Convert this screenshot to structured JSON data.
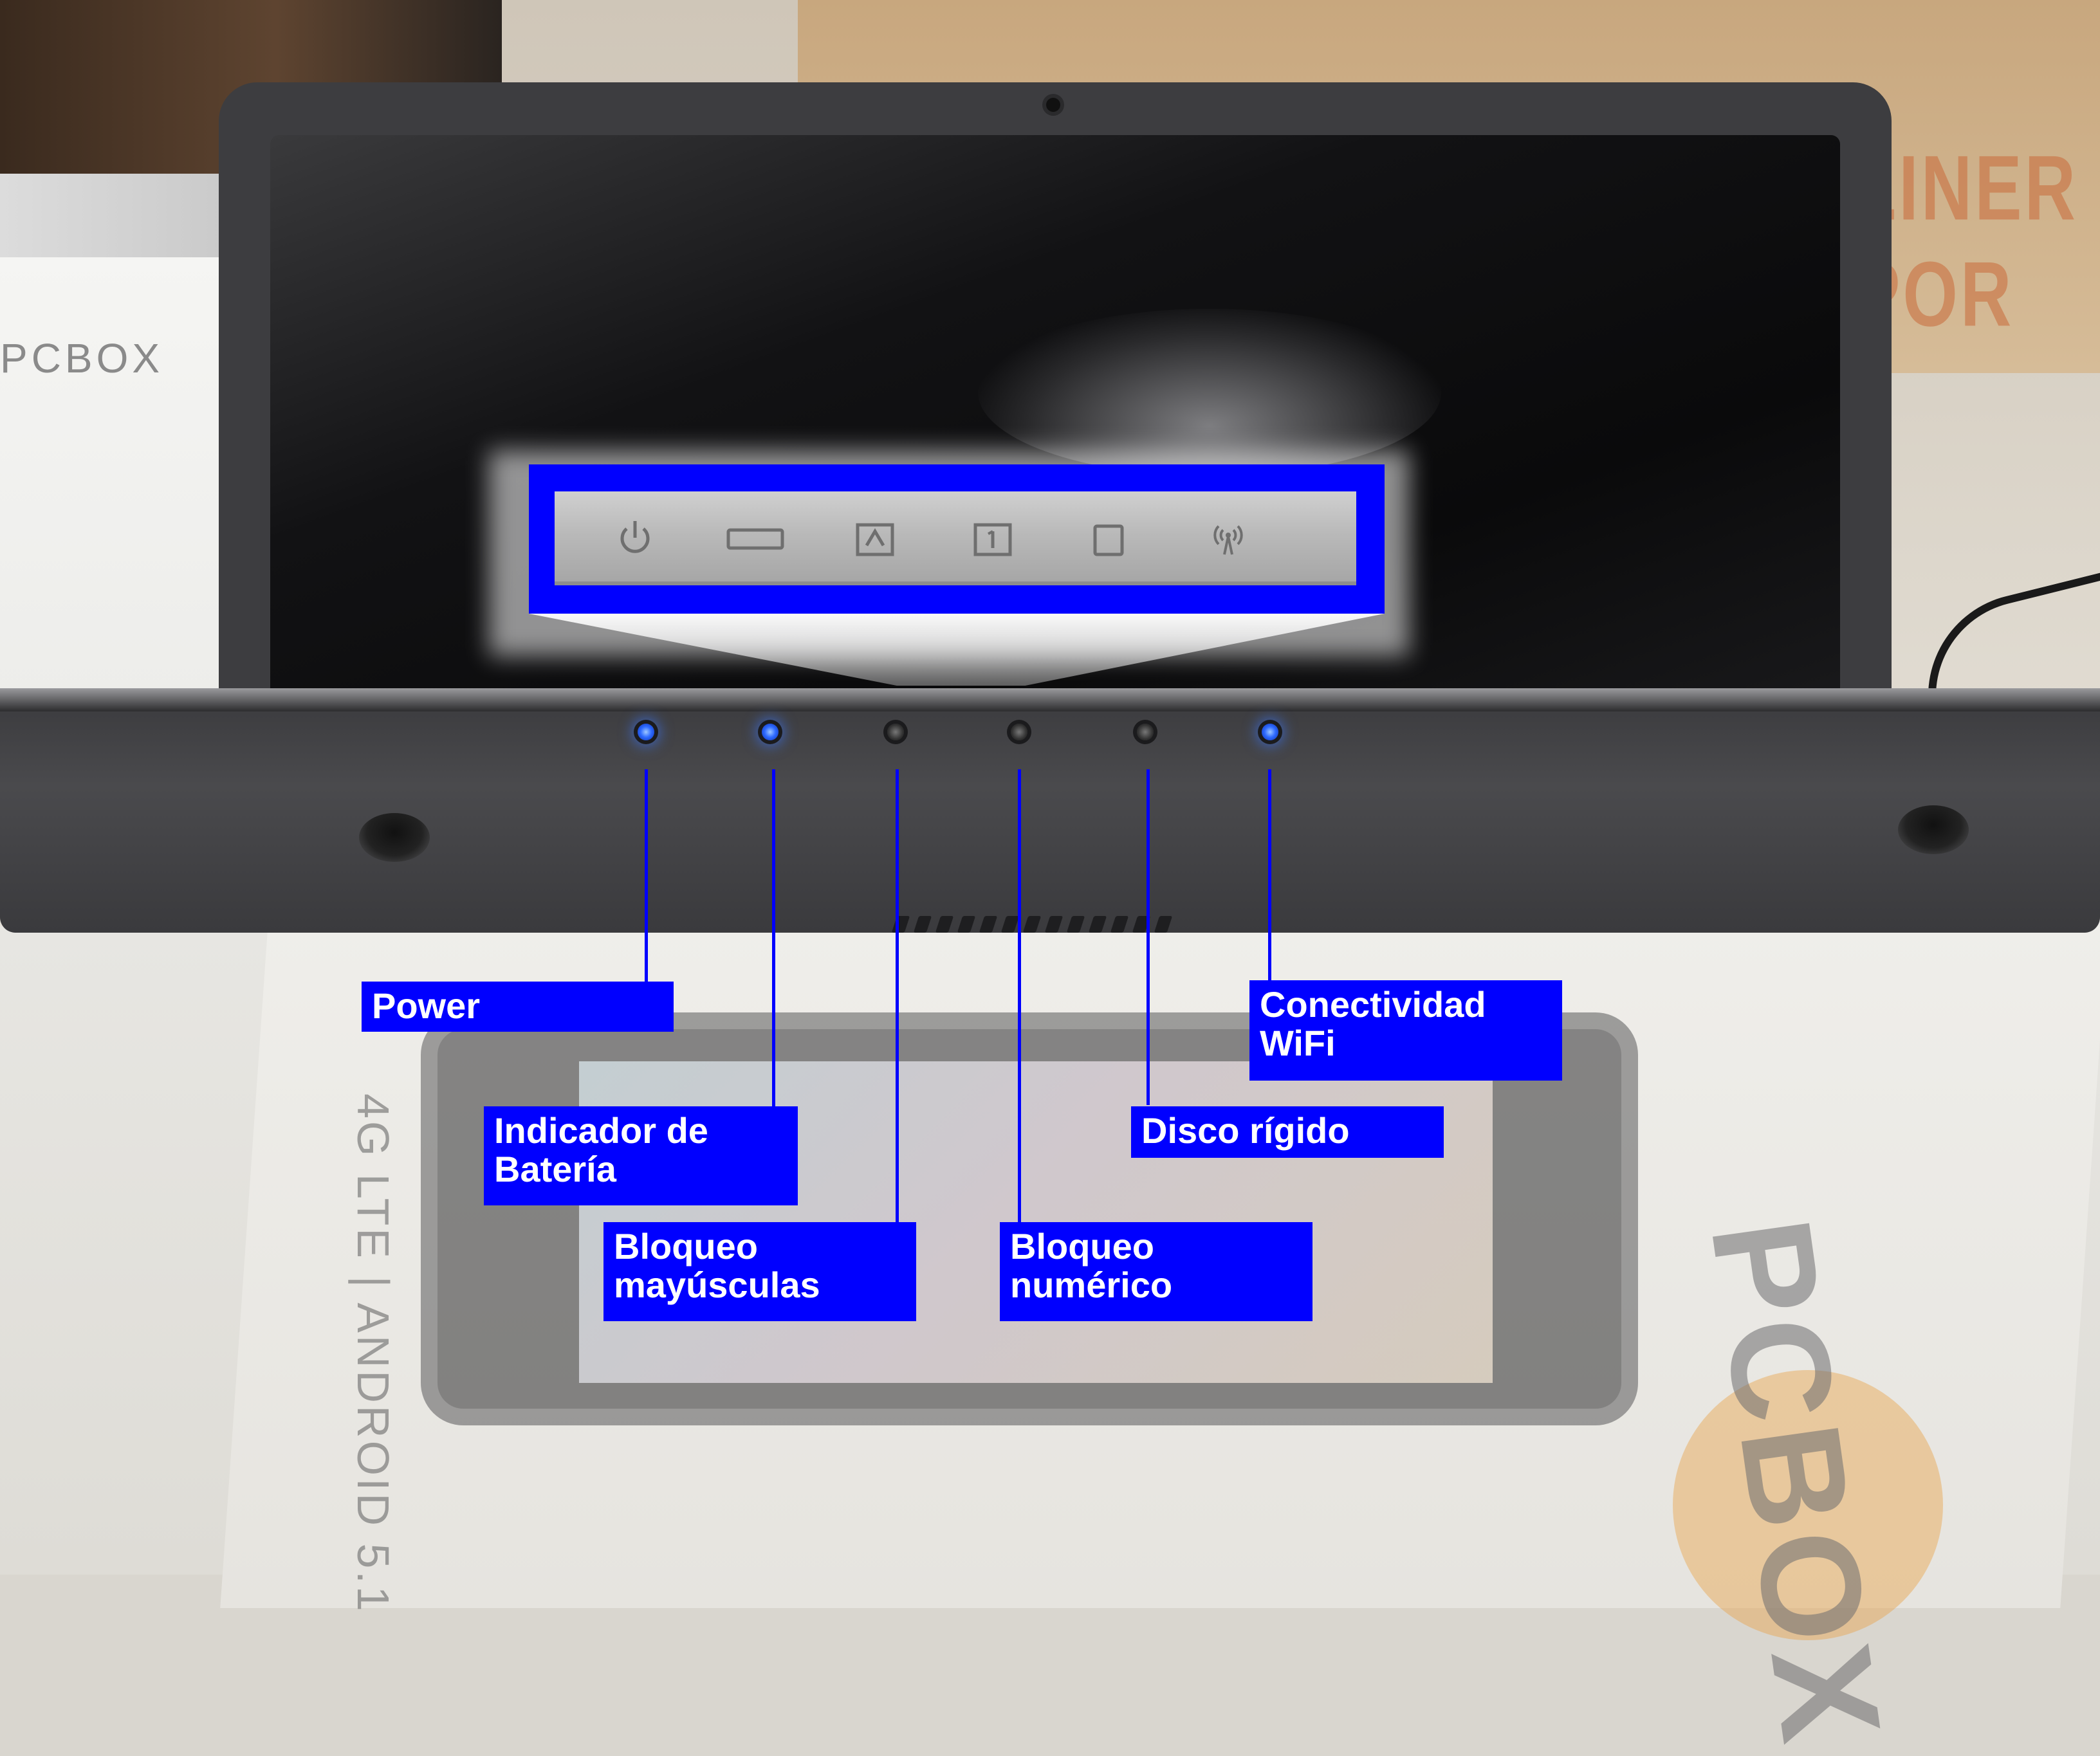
{
  "inset_icons": [
    {
      "name": "power-icon"
    },
    {
      "name": "battery-icon"
    },
    {
      "name": "caps-lock-icon"
    },
    {
      "name": "num-lock-icon"
    },
    {
      "name": "hard-disk-icon"
    },
    {
      "name": "wifi-antenna-icon"
    }
  ],
  "leds": [
    {
      "label": "Power",
      "state": "on"
    },
    {
      "label": "Indicador de Batería",
      "state": "on"
    },
    {
      "label": "Bloqueo mayúsculas",
      "state": "off"
    },
    {
      "label": "Bloqueo numérico",
      "state": "off"
    },
    {
      "label": "Disco rígido",
      "state": "off"
    },
    {
      "label": "Conectividad WiFi",
      "state": "on"
    }
  ],
  "callouts": {
    "power": {
      "line1": "Power"
    },
    "battery": {
      "line1": "Indicador de",
      "line2": "Batería"
    },
    "caps": {
      "line1": "Bloqueo",
      "line2": "mayúsculas"
    },
    "num": {
      "line1": "Bloqueo",
      "line2": "numérico"
    },
    "disk": {
      "line1": "Disco rígido"
    },
    "wifi": {
      "line1": "Conectividad",
      "line2": "WiFi"
    }
  },
  "background_text": {
    "cardboard": "LINER POR",
    "left_box": "PCBOX",
    "product_brand": "PCBOX",
    "product_specs": "4G LTE | ANDROID 5.1"
  },
  "colors": {
    "callout_blue": "#0000ff",
    "led_on": "#2f6bff",
    "laptop_body": "#3d3d40"
  }
}
